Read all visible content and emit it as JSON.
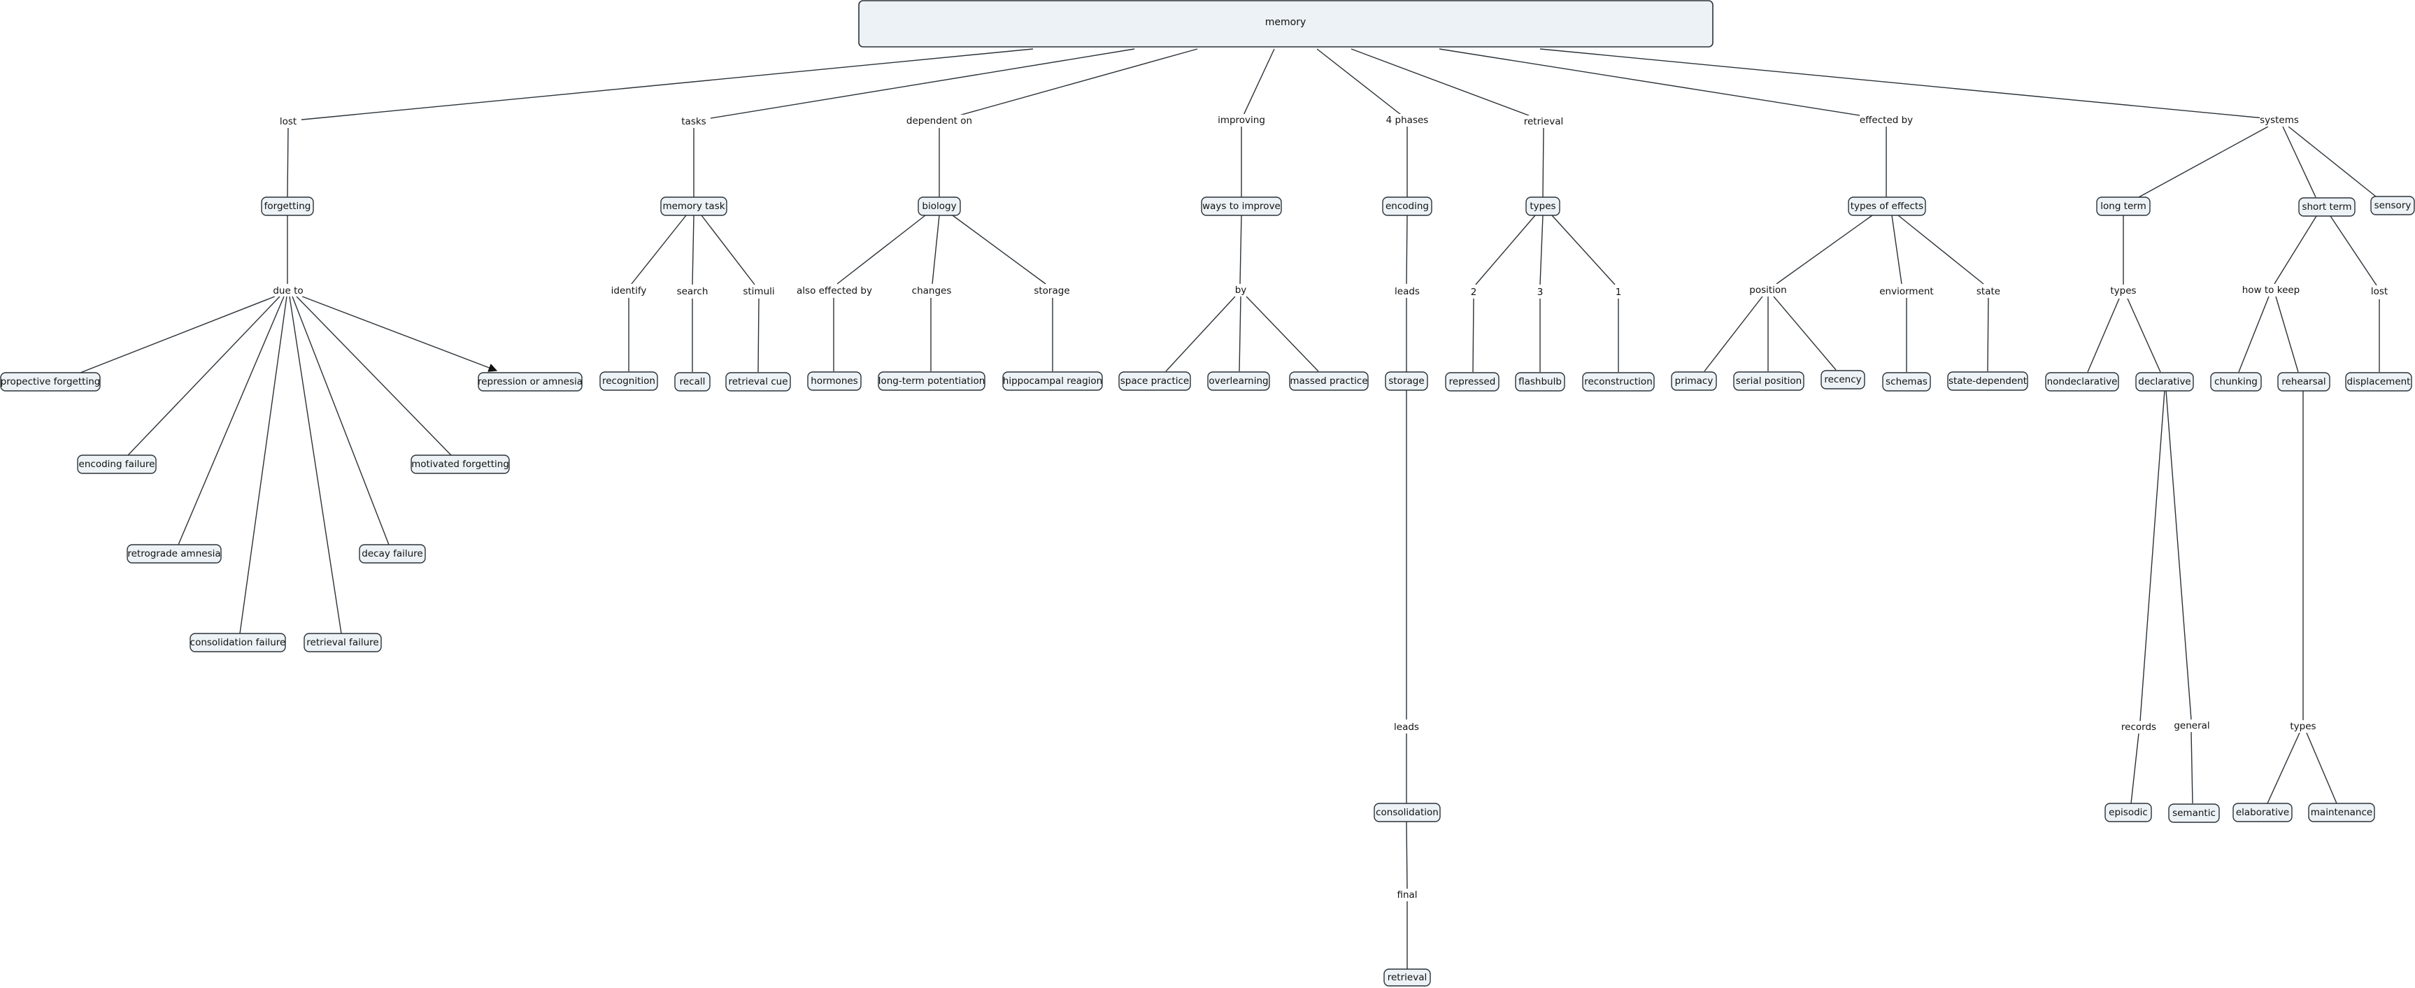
{
  "concept_map": {
    "root": "memory",
    "nodes": {
      "forgetting": "forgetting",
      "propective_forgetting": "propective forgetting",
      "encoding_failure": "encoding failure",
      "retrograde_amnesia": "retrograde amnesia",
      "consolidation_failure": "consolidation failure",
      "retrieval_failure": "retrieval failure",
      "decay_failure": "decay failure",
      "motivated_forgetting": "motivated forgetting",
      "repression_or_amnesia": "repression or amnesia",
      "memory_task": "memory task",
      "recognition": "recognition",
      "recall": "recall",
      "retrieval_cue": "retrieval cue",
      "biology": "biology",
      "hormones": "hormones",
      "long_term_potentiation": "long-term potentiation",
      "hippocampal_reagion": "hippocampal reagion",
      "ways_to_improve": "ways to improve",
      "space_practice": "space practice",
      "overlearning": "overlearning",
      "massed_practice": "massed practice",
      "encoding": "encoding",
      "storage": "storage",
      "consolidation": "consolidation",
      "retrieval_final": "retrieval",
      "types_retrieval": "types",
      "repressed": "repressed",
      "flashbulb": "flashbulb",
      "reconstruction": "reconstruction",
      "types_of_effects": "types of effects",
      "primacy": "primacy",
      "serial_position": "serial position",
      "recency": "recency",
      "schemas": "schemas",
      "state_dependent": "state-dependent",
      "long_term": "long term",
      "nondeclarative": "nondeclarative",
      "declarative": "declarative",
      "episodic": "episodic",
      "semantic": "semantic",
      "short_term": "short term",
      "chunking": "chunking",
      "rehearsal": "rehearsal",
      "elaborative": "elaborative",
      "maintenance": "maintenance",
      "displacement": "displacement",
      "sensory": "sensory"
    },
    "labels": {
      "lost": "lost",
      "due_to": "due to",
      "tasks": "tasks",
      "identify": "identify",
      "search": "search",
      "stimuli": "stimuli",
      "dependent_on": "dependent on",
      "also_effected_by": "also effected by",
      "changes": "changes",
      "storage_link": "storage",
      "improving": "improving",
      "by": "by",
      "four_phases": "4 phases",
      "leads_1": "leads",
      "leads_2": "leads",
      "final": "final",
      "retrieval_link": "retrieval",
      "two": "2",
      "three": "3",
      "one": "1",
      "effected_by": "effected by",
      "position": "position",
      "enviorment": "enviorment",
      "state": "state",
      "systems": "systems",
      "types_lt": "types",
      "records": "records",
      "general": "general",
      "how_to_keep": "how to keep",
      "lost_st": "lost",
      "types_reh": "types"
    }
  }
}
